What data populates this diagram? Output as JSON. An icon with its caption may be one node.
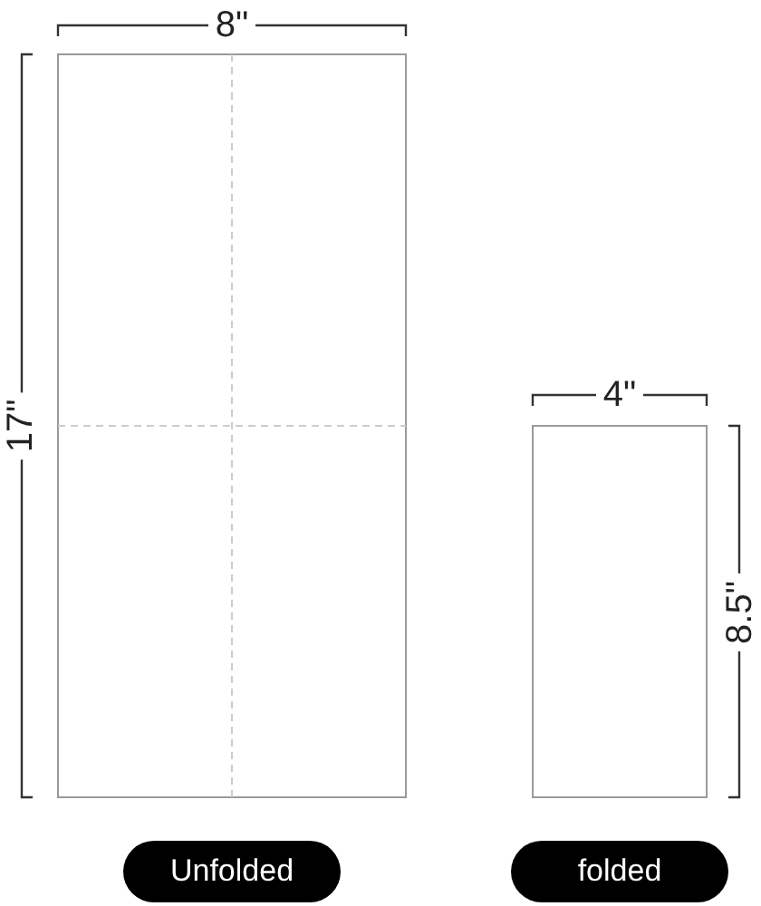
{
  "diagram": {
    "nodes": [
      {
        "text": [
          "Unfolded"
        ]
      },
      {
        "text": [
          "folded"
        ]
      }
    ],
    "labels": [
      "8\"",
      "17\"",
      "4\"",
      "8.5\""
    ]
  }
}
